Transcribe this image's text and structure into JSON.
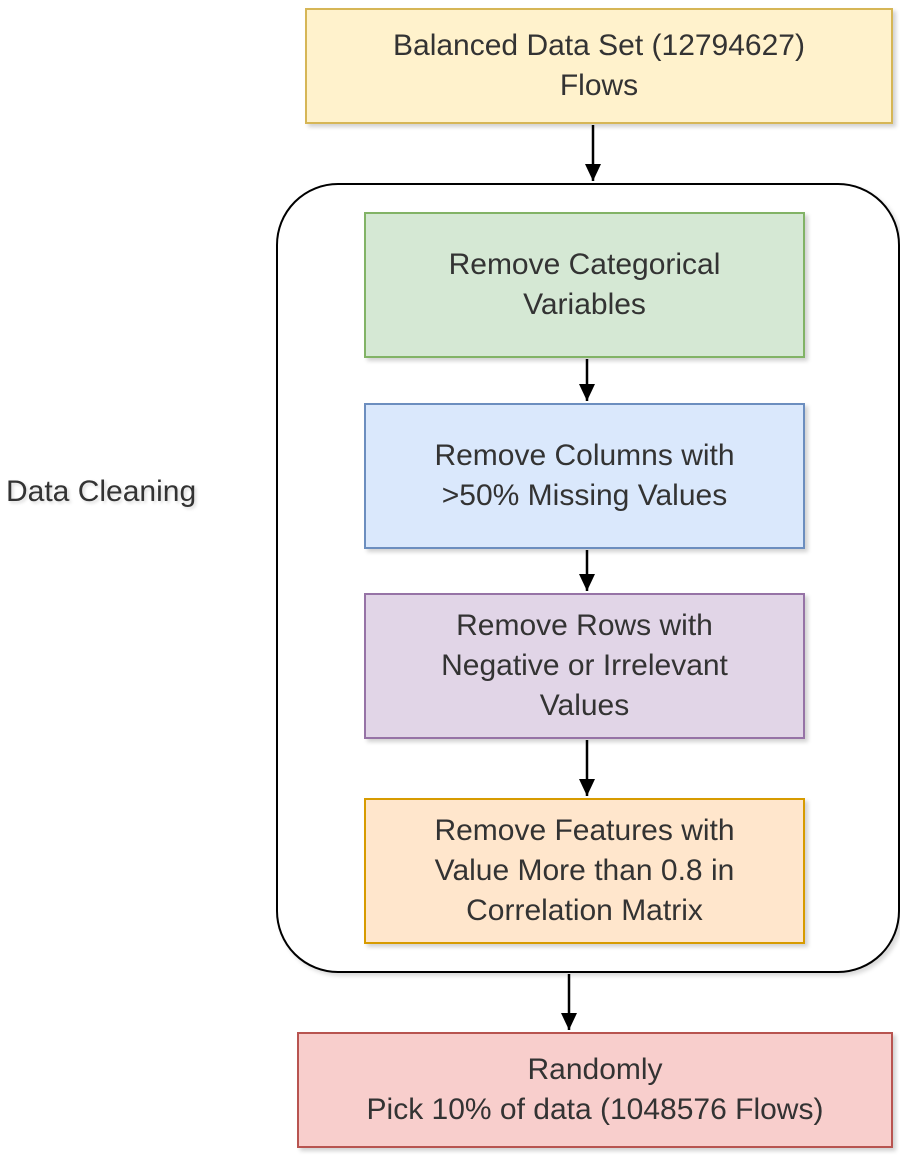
{
  "diagram": {
    "side_label": "Data Cleaning",
    "top_box": {
      "lines": [
        "Balanced Data Set (12794627)",
        "Flows"
      ]
    },
    "steps": [
      {
        "lines": [
          "Remove Categorical",
          "Variables"
        ]
      },
      {
        "lines": [
          "Remove Columns with",
          ">50% Missing Values"
        ]
      },
      {
        "lines": [
          "Remove Rows with",
          "Negative or Irrelevant",
          "Values"
        ]
      },
      {
        "lines": [
          "Remove Features with",
          "Value More than 0.8 in",
          "Correlation Matrix"
        ]
      }
    ],
    "bottom_box": {
      "lines": [
        "Randomly",
        "Pick 10% of data (1048576 Flows)"
      ]
    },
    "colors": {
      "top_fill": "#fff2cc",
      "top_stroke": "#d6b656",
      "step1_fill": "#d5e8d4",
      "step1_stroke": "#82b366",
      "step2_fill": "#dae8fc",
      "step2_stroke": "#6c8ebf",
      "step3_fill": "#e1d5e7",
      "step3_stroke": "#9673a6",
      "step4_fill": "#ffe6cc",
      "step4_stroke": "#d79b00",
      "bottom_fill": "#f8cecc",
      "bottom_stroke": "#b85450"
    }
  }
}
